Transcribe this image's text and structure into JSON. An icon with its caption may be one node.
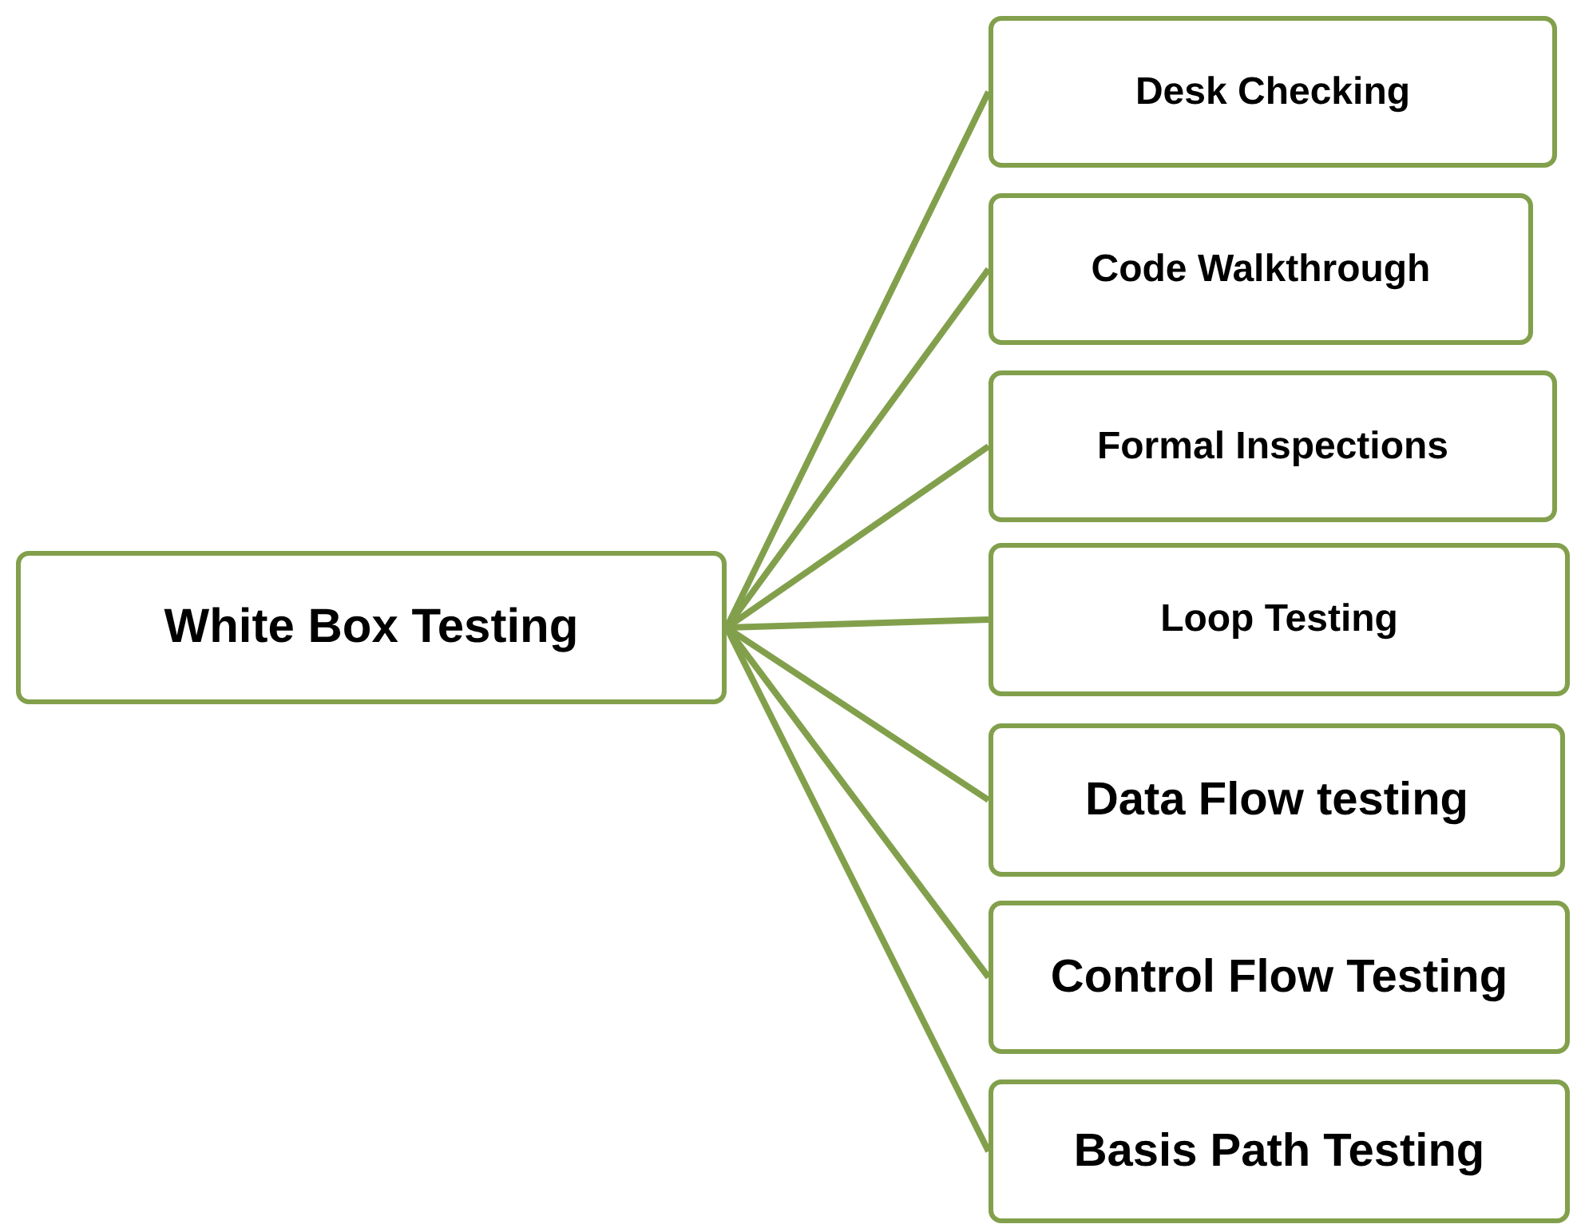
{
  "diagram": {
    "nodes": [
      {
        "text": [
          "White Box Testing"
        ]
      },
      {
        "text": [
          "Desk Checking"
        ]
      },
      {
        "text": [
          "Code Walkthrough"
        ]
      },
      {
        "text": [
          "Formal Inspections"
        ]
      },
      {
        "text": [
          "Loop Testing"
        ]
      },
      {
        "text": [
          "Data Flow testing"
        ]
      },
      {
        "text": [
          "Control Flow Testing"
        ]
      },
      {
        "text": [
          "Basis Path Testing"
        ]
      }
    ],
    "edges": [
      {
        "from": 0,
        "to": 1,
        "arrow": "none"
      },
      {
        "from": 0,
        "to": 2,
        "arrow": "none"
      },
      {
        "from": 0,
        "to": 3,
        "arrow": "none"
      },
      {
        "from": 0,
        "to": 4,
        "arrow": "none"
      },
      {
        "from": 0,
        "to": 5,
        "arrow": "none"
      },
      {
        "from": 0,
        "to": 6,
        "arrow": "none"
      },
      {
        "from": 0,
        "to": 7,
        "arrow": "none"
      }
    ]
  }
}
